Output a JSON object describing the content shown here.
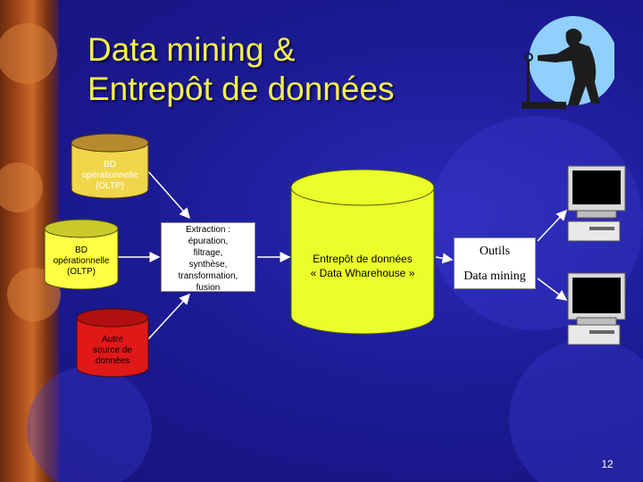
{
  "slide": {
    "title_line1": "Data mining &",
    "title_line2": "Entrepôt de données",
    "page_number": "12"
  },
  "diagram": {
    "source1": {
      "line1": "BD",
      "line2": "opérationnelle",
      "line3": "(OLTP)"
    },
    "source2": {
      "line1": "BD",
      "line2": "opérationnelle",
      "line3": "(OLTP)"
    },
    "source3": {
      "line1": "Autre",
      "line2": "source de",
      "line3": "données"
    },
    "extraction": [
      "Extraction :",
      "épuration,",
      "filtrage,",
      "synthèse,",
      "transformation,",
      "fusion"
    ],
    "warehouse": {
      "line1": "Entrepôt de données",
      "line2": "« Data Wharehouse »"
    },
    "tools": {
      "line1": "Outils",
      "line2": "Data mining"
    }
  },
  "colors": {
    "background": "#1d1b95",
    "title": "#f4f14a",
    "source_cylinder_top": "#b88a2e",
    "source_cylinder_body": "#f0d64a",
    "source_cylinder_yellow": "#ffff44",
    "other_source_cylinder": "#e01818",
    "warehouse_cylinder": "#eaff2a"
  },
  "icons": [
    "gear-icon",
    "miner-clipart-icon",
    "computer-icon"
  ]
}
